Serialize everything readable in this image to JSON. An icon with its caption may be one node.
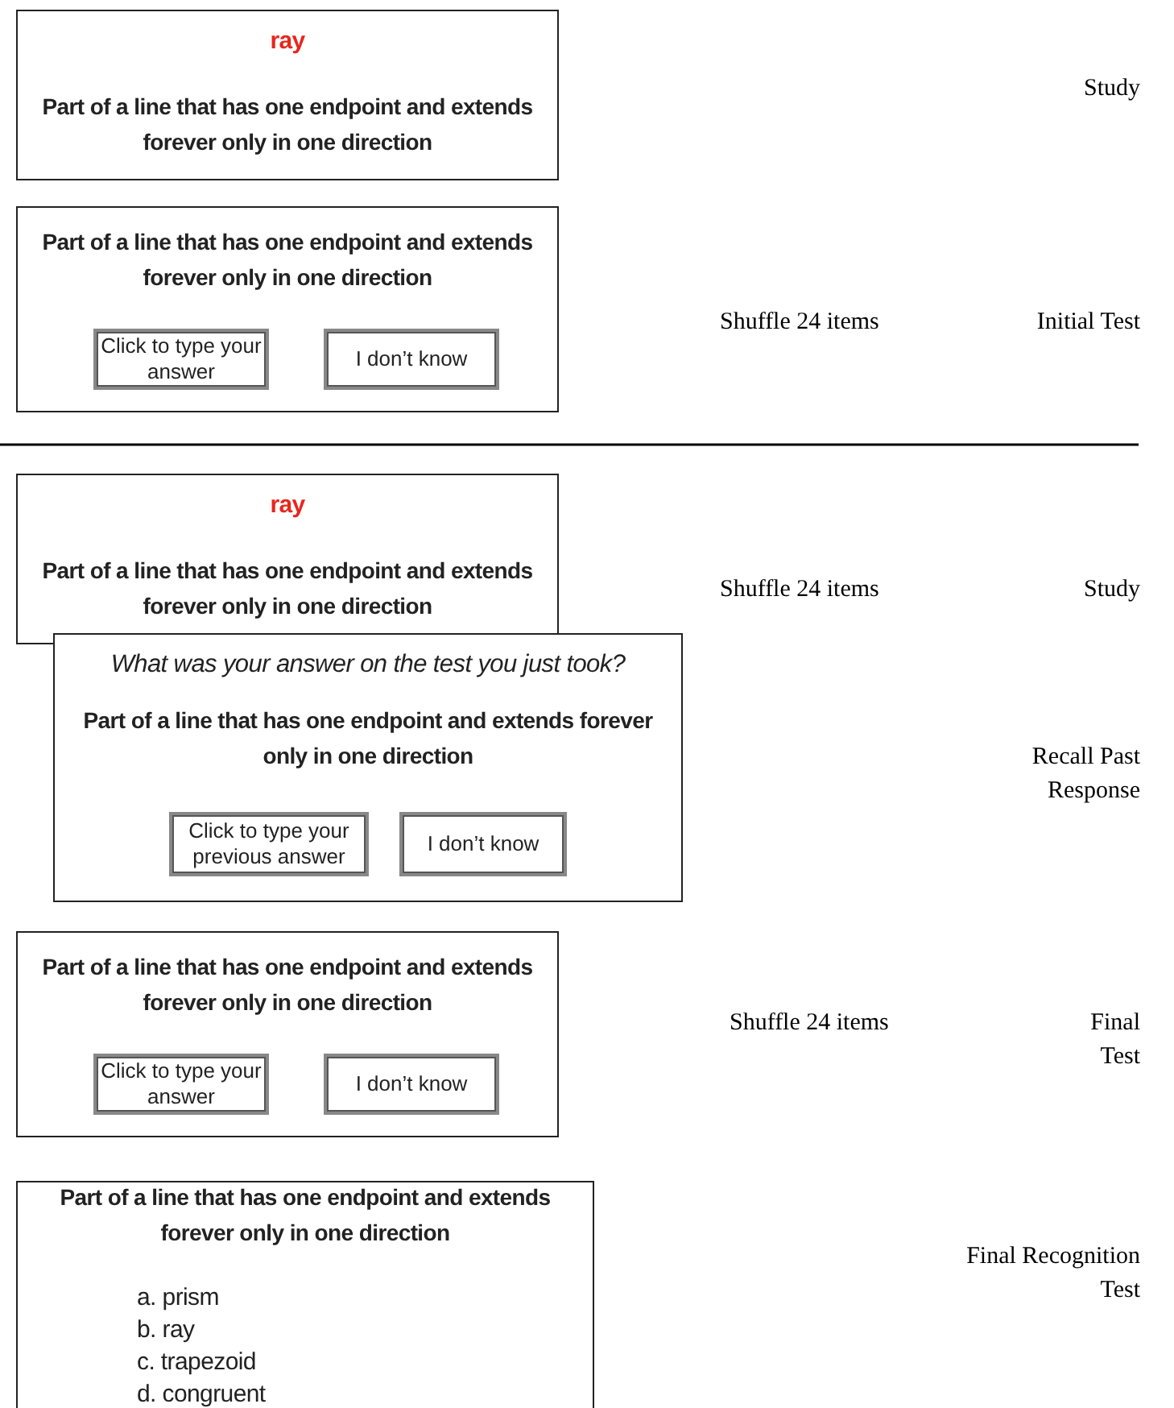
{
  "diagram": {
    "nodes": [
      {
        "text": [
          "ray",
          "Part of a line that has one endpoint and extends forever only in one direction"
        ]
      },
      {
        "text": [
          "Part of a line that has one endpoint and extends forever only in one direction"
        ]
      },
      {
        "text": [
          "Click to type your answer"
        ],
        "in": 1
      },
      {
        "text": [
          "I don’t know"
        ],
        "in": 1
      },
      {
        "text": [
          "ray",
          "Part of a line that has one endpoint and extends forever only in one direction"
        ]
      },
      {
        "text": [
          "What was your answer on the test you just took?",
          "Part of a line that has one endpoint and extends forever only in one direction"
        ]
      },
      {
        "text": [
          "Click to type your previous answer"
        ],
        "in": 5
      },
      {
        "text": [
          "I don’t know"
        ],
        "in": 5
      },
      {
        "text": [
          "Part of a line that has one endpoint and extends forever only in one direction"
        ]
      },
      {
        "text": [
          "Click to type your answer"
        ],
        "in": 8
      },
      {
        "text": [
          "I don’t know"
        ],
        "in": 8
      },
      {
        "text": [
          "Part of a line that has one endpoint and extends forever only in one direction",
          "a.  prism",
          "b.  ray",
          "c.  trapezoid",
          "d.  congruent"
        ]
      }
    ],
    "labels": [
      "Study",
      "Shuffle 24 items",
      "Initial Test",
      "Shuffle 24 items",
      "Study",
      "Recall Past Response",
      "Shuffle 24 items",
      "Final Test",
      "Final Recognition Test"
    ]
  }
}
